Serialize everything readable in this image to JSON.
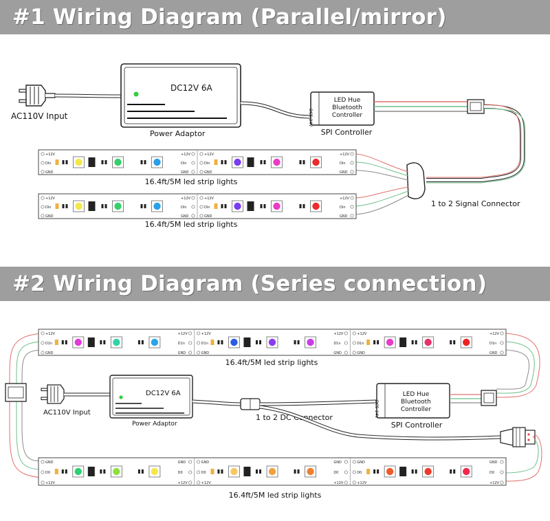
{
  "section1": {
    "title": "#1 Wiring Diagram (Parallel/mirror)",
    "ac_input": "AC110V Input",
    "adaptor_rating": "DC12V 6A",
    "adaptor_label": "Power Adaptor",
    "controller_lines": [
      "LED Hue",
      "Bluetooth",
      "Controller"
    ],
    "controller_side_text": "DC5-24V",
    "controller_label": "SPI Controller",
    "strip_label": "16.4ft/5M led strip lights",
    "connector_label": "1 to 2 Signal Connector",
    "pin_labels": [
      "+12V",
      "DIn",
      "GND"
    ]
  },
  "section2": {
    "title": "#2 Wiring Diagram (Series connection)",
    "ac_input": "AC110V Input",
    "adaptor_rating": "DC12V 6A",
    "adaptor_label": "Power Adaptor",
    "controller_lines": [
      "LED Hue",
      "Bluetooth",
      "Controller"
    ],
    "controller_side_text": "DC5-24V",
    "controller_label": "SPI Controller",
    "dc_connector_label": "1 to 2 DC Connector",
    "strip_label": "16.4ft/5M led strip lights",
    "pin_labels_top": [
      "+12V",
      "D1n",
      "GND"
    ],
    "pin_labels_bottom": [
      "GND",
      "D0",
      "+12V"
    ]
  },
  "colors": {
    "banner": "#9e9e9e",
    "wire_red": "#e0706a",
    "wire_green": "#6cc08a",
    "wire_gray": "#8a8a8a"
  },
  "led_colors": {
    "strip1": [
      "#f3e84a",
      "#35d06a",
      "#2aa0e8",
      "#7a3cf0",
      "#e83cc8",
      "#ee2a2a"
    ],
    "strip2": [
      "#f3e84a",
      "#35d06a",
      "#2aa0e8",
      "#7a3cf0",
      "#e83cc8",
      "#ee2a2a"
    ],
    "strip3": [
      "#e03ad8",
      "#34d2a8",
      "#2aa6e8",
      "#2a5ce8",
      "#8a3cf0",
      "#c83ce8",
      "#e83cc8",
      "#e8306a",
      "#ee2222"
    ],
    "strip4": [
      "#2ed070",
      "#8ee040",
      "#f3e84a",
      "#f6c860",
      "#f2a040",
      "#f08030",
      "#ee5a2a",
      "#ee3a2a",
      "#f0284a"
    ]
  }
}
